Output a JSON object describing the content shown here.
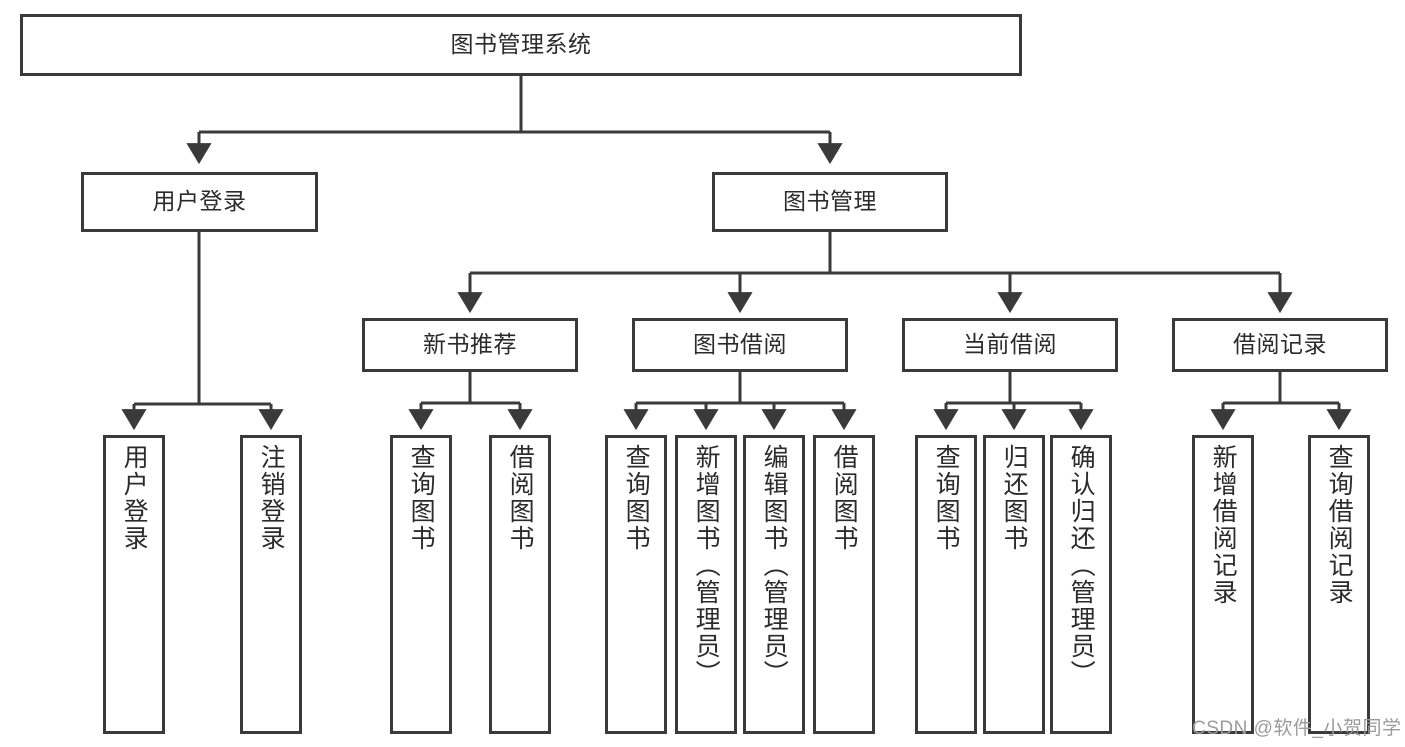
{
  "diagram": {
    "title": "图书管理系统",
    "type": "tree-hierarchy",
    "root": {
      "label": "图书管理系统"
    },
    "level1": [
      {
        "label": "用户登录"
      },
      {
        "label": "图书管理"
      }
    ],
    "level2": [
      {
        "label": "新书推荐"
      },
      {
        "label": "图书借阅"
      },
      {
        "label": "当前借阅"
      },
      {
        "label": "借阅记录"
      }
    ],
    "leaves": {
      "user_login": [
        {
          "label": "用户登录"
        },
        {
          "label": "注销登录"
        }
      ],
      "new_book_recommend": [
        {
          "label": "查询图书"
        },
        {
          "label": "借阅图书"
        }
      ],
      "book_borrow": [
        {
          "label": "查询图书"
        },
        {
          "label": "新增图书（管理员）"
        },
        {
          "label": "编辑图书（管理员）"
        },
        {
          "label": "借阅图书"
        }
      ],
      "current_borrow": [
        {
          "label": "查询图书"
        },
        {
          "label": "归还图书"
        },
        {
          "label": "确认归还（管理员）"
        }
      ],
      "borrow_record": [
        {
          "label": "新增借阅记录"
        },
        {
          "label": "查询借阅记录"
        }
      ]
    }
  },
  "watermark": {
    "text": "CSDN @软件_小贺同学"
  },
  "colors": {
    "stroke": "#3a3a3a",
    "text": "#2b2b2b",
    "background": "#ffffff",
    "watermark": "#9b9b9b"
  }
}
